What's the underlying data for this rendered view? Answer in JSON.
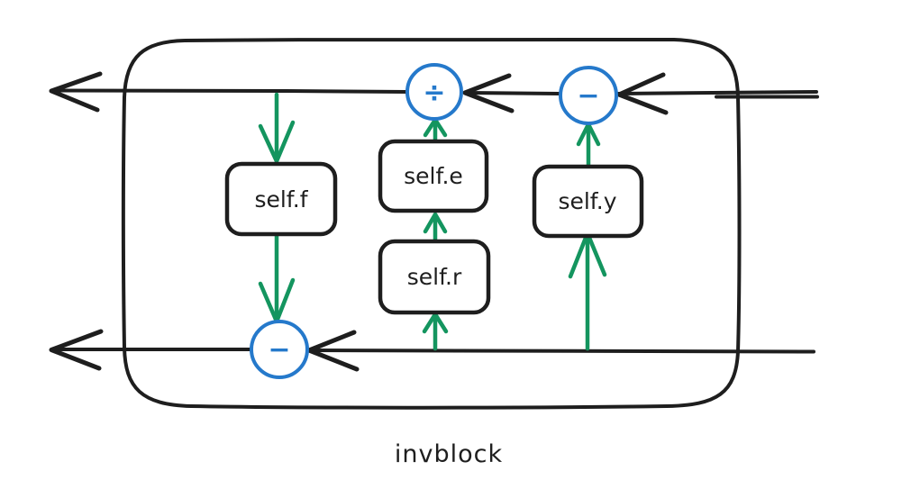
{
  "diagram": {
    "caption": "invblock",
    "nodes": [
      {
        "id": "self-f",
        "label": "self.f"
      },
      {
        "id": "self-e",
        "label": "self.e"
      },
      {
        "id": "self-r",
        "label": "self.r"
      },
      {
        "id": "self-y",
        "label": "self.y"
      }
    ],
    "operators": [
      {
        "id": "divide-top",
        "symbol": "÷"
      },
      {
        "id": "minus-top-right",
        "symbol": "−"
      },
      {
        "id": "minus-bottom-left",
        "symbol": "−"
      }
    ],
    "edges": [
      {
        "from": "input-top-right",
        "to": "minus-top-right",
        "color": "black"
      },
      {
        "from": "minus-top-right",
        "to": "divide-top",
        "color": "black"
      },
      {
        "from": "divide-top",
        "to": "output-top-left",
        "color": "black"
      },
      {
        "from": "input-bottom-right",
        "to": "minus-bottom-left",
        "color": "black"
      },
      {
        "from": "minus-bottom-left",
        "to": "output-bottom-left",
        "color": "black"
      },
      {
        "from": "top-line",
        "to": "self-f",
        "color": "green"
      },
      {
        "from": "self-f",
        "to": "minus-bottom-left",
        "color": "green"
      },
      {
        "from": "bottom-line",
        "to": "self-r",
        "color": "green"
      },
      {
        "from": "self-r",
        "to": "self-e",
        "color": "green"
      },
      {
        "from": "self-e",
        "to": "divide-top",
        "color": "green"
      },
      {
        "from": "bottom-line",
        "to": "self-y",
        "color": "green"
      },
      {
        "from": "self-y",
        "to": "minus-top-right",
        "color": "green"
      }
    ]
  },
  "colors": {
    "ink": "#1e1e1e",
    "blue": "#2579cb",
    "green": "#14955f",
    "background": "#ffffff"
  }
}
